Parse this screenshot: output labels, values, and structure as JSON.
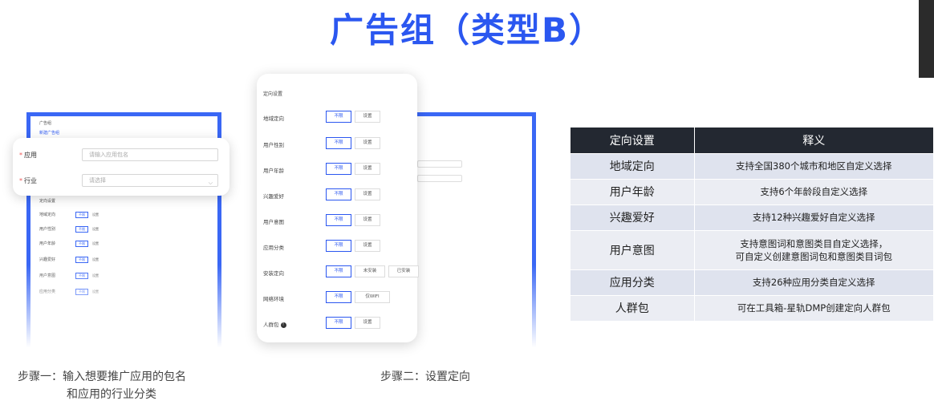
{
  "title": "广告组（类型B）",
  "step1": {
    "caption_line1": "步骤一：输入想要推广应用的包名",
    "caption_line2": "和应用的行业分类",
    "mini_header": "广告组",
    "mini_tab": "新建广告组",
    "mini_section": "定向设置",
    "mini_rows": [
      "地域定向",
      "用户性别",
      "用户年龄",
      "兴趣爱好",
      "用户意图",
      "应用分类"
    ],
    "mini_btn_on": "不限",
    "mini_btn_off": "设置",
    "app_label": "应用",
    "app_placeholder": "请输入应用包名",
    "industry_label": "行业",
    "industry_placeholder": "请选择"
  },
  "step2": {
    "caption": "步骤二：设置定向",
    "section_title": "定向设置",
    "rows": [
      {
        "label": "地域定向",
        "options": [
          "不限",
          "设置"
        ]
      },
      {
        "label": "用户性别",
        "options": [
          "不限",
          "设置"
        ]
      },
      {
        "label": "用户年龄",
        "options": [
          "不限",
          "设置"
        ]
      },
      {
        "label": "兴趣爱好",
        "options": [
          "不限",
          "设置"
        ]
      },
      {
        "label": "用户意图",
        "options": [
          "不限",
          "设置"
        ]
      },
      {
        "label": "应用分类",
        "options": [
          "不限",
          "设置"
        ]
      },
      {
        "label": "安装定向",
        "options": [
          "不限",
          "未安装",
          "已安装"
        ]
      },
      {
        "label": "网络环境",
        "options": [
          "不限",
          "仅WIFI"
        ]
      },
      {
        "label": "人群包",
        "options": [
          "不限",
          "设置"
        ]
      }
    ]
  },
  "table": {
    "headers": [
      "定向设置",
      "释义"
    ],
    "rows": [
      {
        "key": "地域定向",
        "desc": "支持全国380个城市和地区自定义选择"
      },
      {
        "key": "用户年龄",
        "desc": "支持6个年龄段自定义选择"
      },
      {
        "key": "兴趣爱好",
        "desc": "支持12种兴趣爱好自定义选择"
      },
      {
        "key": "用户意图",
        "desc": "支持意图词和意图类目自定义选择，",
        "desc2": "可自定义创建意图词包和意图类目词包"
      },
      {
        "key": "应用分类",
        "desc": "支持26种应用分类自定义选择"
      },
      {
        "key": "人群包",
        "desc": "可在工具箱-星轨DMP创建定向人群包"
      }
    ]
  },
  "colors": {
    "accent": "#2b57f0",
    "table_header": "#232831"
  }
}
